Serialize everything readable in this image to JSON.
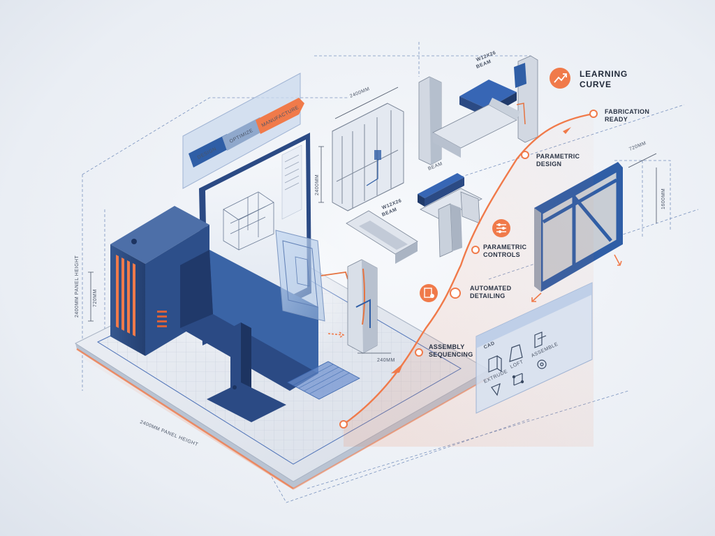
{
  "process_flow": [
    "DESIGN",
    "OPTIMIZE",
    "MANUFACTURE"
  ],
  "learning_curve": {
    "title_line1": "LEARNING",
    "title_line2": "CURVE",
    "stages": [
      {
        "line1": "ASSEMBLY",
        "line2": "SEQUENCING"
      },
      {
        "line1": "AUTOMATED",
        "line2": "DETAILING"
      },
      {
        "line1": "PARAMETRIC",
        "line2": "CONTROLS"
      },
      {
        "line1": "PARAMETRIC",
        "line2": "DESIGN"
      },
      {
        "line1": "FABRICATION",
        "line2": "READY"
      }
    ]
  },
  "beams": {
    "top": {
      "line1": "W12X26",
      "line2": "BEAM"
    },
    "mid": {
      "line1": "W12X26",
      "line2": "BEAM"
    },
    "small": "BEAM"
  },
  "dimensions": {
    "panel_height_vertical": "2400MM PANEL HEIGHT",
    "panel_height_floor": "2400MM PANEL HEIGHT",
    "left_720": "720MM",
    "width_2400": "2400MM",
    "frame_height_2400": "2400MM",
    "depth_240": "240MM",
    "right_720": "720MM",
    "right_1600": "1600MM"
  },
  "cad_toolbar": {
    "title": "CAD",
    "tools": [
      "EXTRUDE",
      "LOFT",
      "ASSEMBLE"
    ]
  },
  "colors": {
    "accent": "#f07a4a",
    "steel_blue": "#2f5ea6",
    "dark_blue": "#2b4a84",
    "outline": "#3a4a63"
  }
}
